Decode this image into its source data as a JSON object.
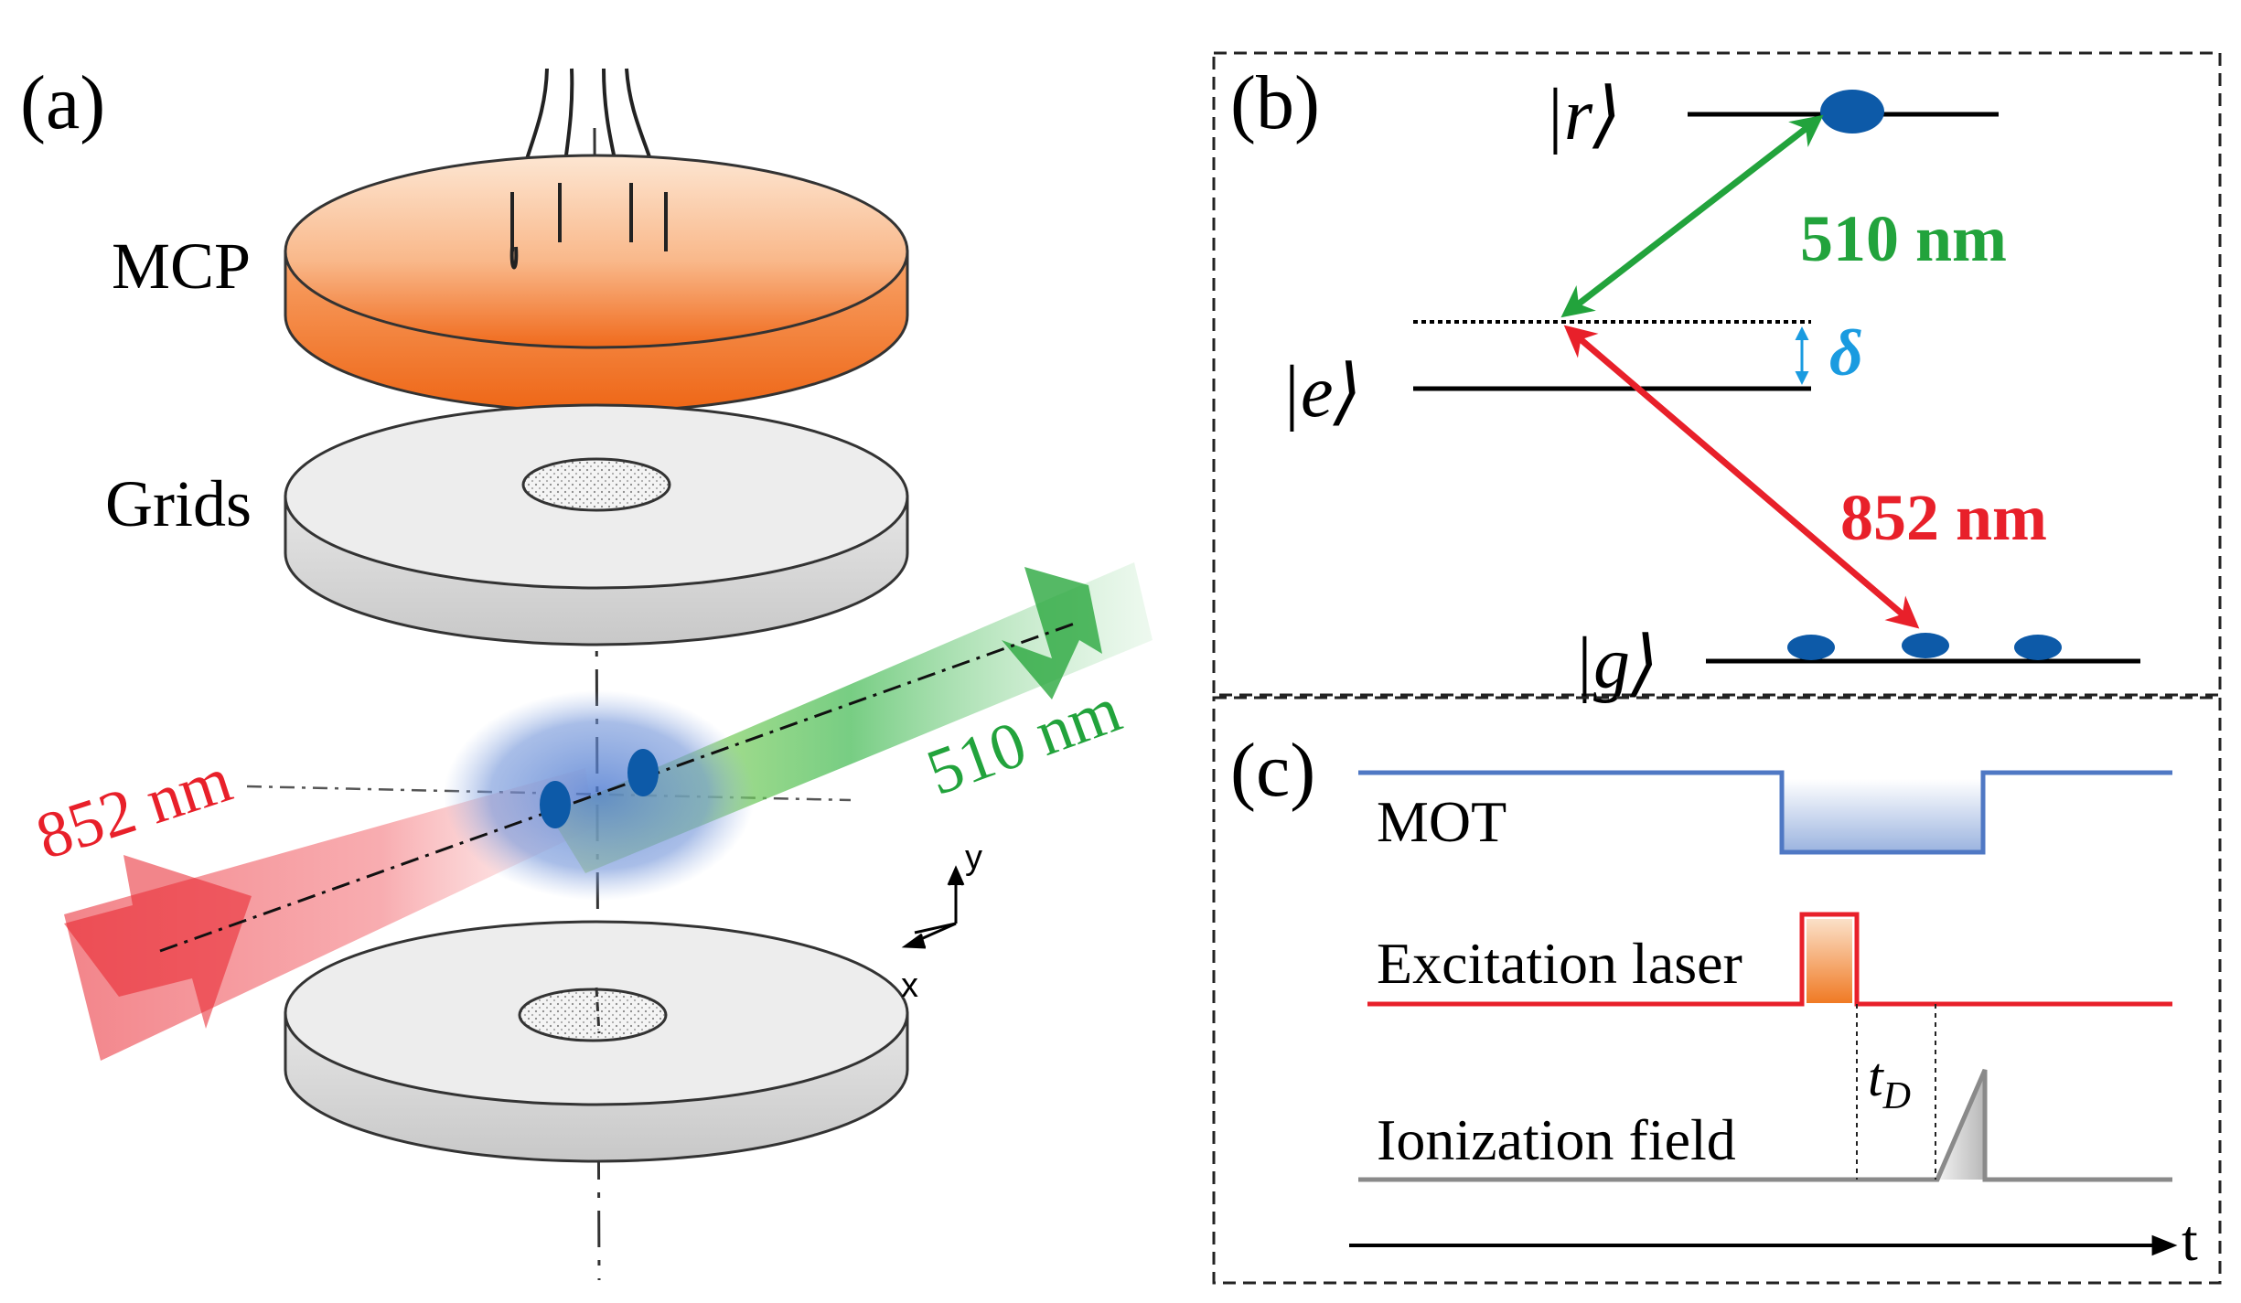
{
  "panel_a": {
    "label": "(a)",
    "mcp_label": "MCP",
    "grids_label": "Grids",
    "beam_red_label": "852 nm",
    "beam_green_label": "510 nm",
    "axis_y": "y",
    "axis_x": "x"
  },
  "panel_b": {
    "label": "(b)",
    "state_r": "|r⟩",
    "state_e": "|e⟩",
    "state_g": "|g⟩",
    "detuning": "δ",
    "green_label": "510 nm",
    "red_label": "852 nm"
  },
  "panel_c": {
    "label": "(c)",
    "mot": "MOT",
    "excitation": "Excitation laser",
    "ionization": "Ionization field",
    "delay": "t",
    "delay_sub": "D",
    "time_axis": "t"
  },
  "colors": {
    "red": "#e8202a",
    "green": "#22a33c",
    "blue": "#1a5fb4",
    "cyan": "#1a9be0",
    "mcp_orange": "#f47a2c",
    "mot_blue": "#4f78c4",
    "gray": "#8a8a8a"
  }
}
